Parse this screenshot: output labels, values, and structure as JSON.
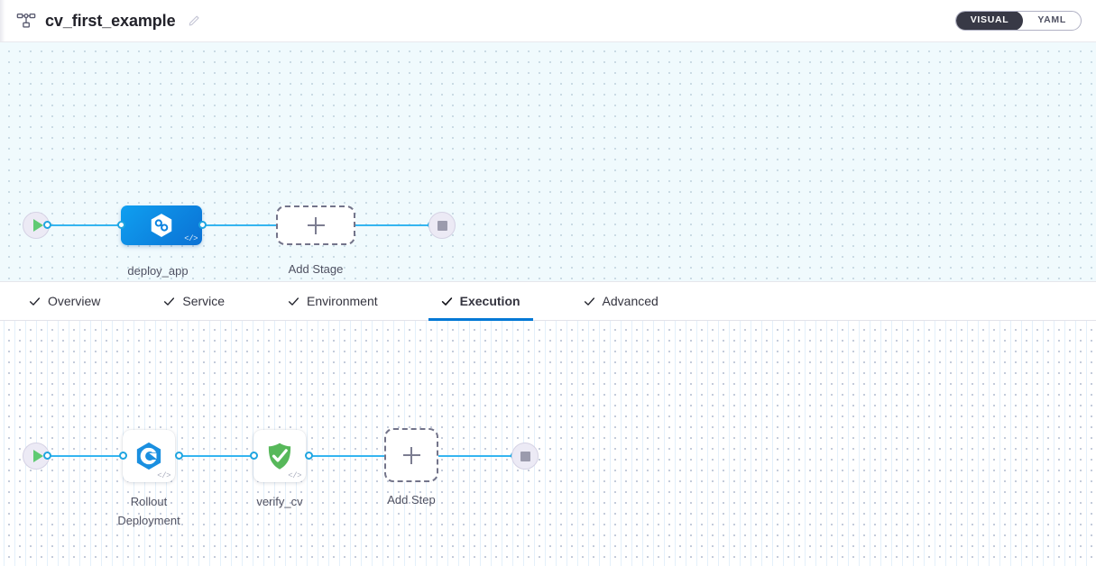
{
  "header": {
    "pipeline_icon": "pipeline-graph-icon",
    "title": "cv_first_example",
    "edit_icon": "pencil-edit-icon",
    "view_toggle": {
      "options": [
        {
          "label": "VISUAL",
          "active": true
        },
        {
          "label": "YAML",
          "active": false
        }
      ]
    }
  },
  "stage_canvas": {
    "start_node": {
      "name": "start-node",
      "icon": "play-icon"
    },
    "stages": [
      {
        "name": "deploy_app",
        "label": "deploy_app",
        "icon": "harness-deploy-hexagon-icon",
        "code_badge": "</>",
        "selected": true
      }
    ],
    "add_stage": {
      "label": "Add Stage",
      "icon": "plus-icon"
    },
    "end_node": {
      "name": "end-node",
      "icon": "stop-icon"
    }
  },
  "tabs": [
    {
      "label": "Overview",
      "icon": "check-icon",
      "active": false
    },
    {
      "label": "Service",
      "icon": "check-icon",
      "active": false
    },
    {
      "label": "Environment",
      "icon": "check-icon",
      "active": false
    },
    {
      "label": "Execution",
      "icon": "check-icon",
      "active": true
    },
    {
      "label": "Advanced",
      "icon": "check-icon",
      "active": false
    }
  ],
  "execution_canvas": {
    "start_node": {
      "name": "start-node",
      "icon": "play-icon"
    },
    "steps": [
      {
        "name": "rollout-deployment",
        "label": "Rollout\nDeployment",
        "icon": "kubernetes-rollout-icon",
        "code_badge": "</>"
      },
      {
        "name": "verify_cv",
        "label": "verify_cv",
        "icon": "green-shield-check-icon",
        "code_badge": "</>"
      }
    ],
    "add_step": {
      "label": "Add Step",
      "icon": "plus-icon"
    },
    "end_node": {
      "name": "end-node",
      "icon": "stop-icon"
    }
  },
  "colors": {
    "accent_blue": "#0278d5",
    "link_blue": "#35b5f0",
    "stage_blue": "#0b71d4",
    "verify_green": "#57b85a",
    "toggle_dark": "#383946",
    "canvas_top_bg": "#f0fafd"
  }
}
